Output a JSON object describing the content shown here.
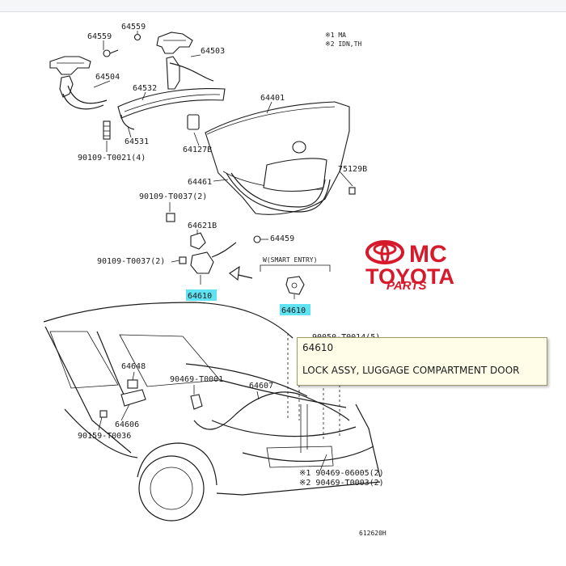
{
  "legend": {
    "line1": "※1 MA",
    "line2": "※2 IDN,TH"
  },
  "labels": {
    "p64559a": "64559",
    "p64559b": "64559",
    "p64503": "64503",
    "p64504": "64504",
    "p64532": "64532",
    "p64531": "64531",
    "p90109_t0021": "90109-T0021(4)",
    "p64127b": "64127B",
    "p64401": "64401",
    "p75129b": "75129B",
    "p64461": "64461",
    "p90109_t0037a": "90109-T0037(2)",
    "p64621b": "64621B",
    "p64459": "64459",
    "p90109_t0037b": "90109-T0037(2)",
    "p64610a": "64610",
    "smart_entry": "W(SMART ENTRY)",
    "p64610b": "64610",
    "p64648": "64648",
    "p90469_t0001": "90469-T0001",
    "p64607": "64607",
    "p64606": "64606",
    "p90159_t0036": "90159-T0036",
    "p90469_06005": "※1 90469-06005(2)",
    "p90469_t0003": "※2 90469-T0003(2)",
    "partial_label": "90050-T0014(5)",
    "figure_code": "612620H"
  },
  "logo": {
    "line1": "MC",
    "line2": "TOYOTA",
    "line3": "PARTS",
    "color": "#d6192b"
  },
  "tooltip": {
    "code": "64610",
    "description": "LOCK ASSY, LUGGAGE COMPARTMENT DOOR"
  },
  "highlight_color": "#5fe3f2"
}
